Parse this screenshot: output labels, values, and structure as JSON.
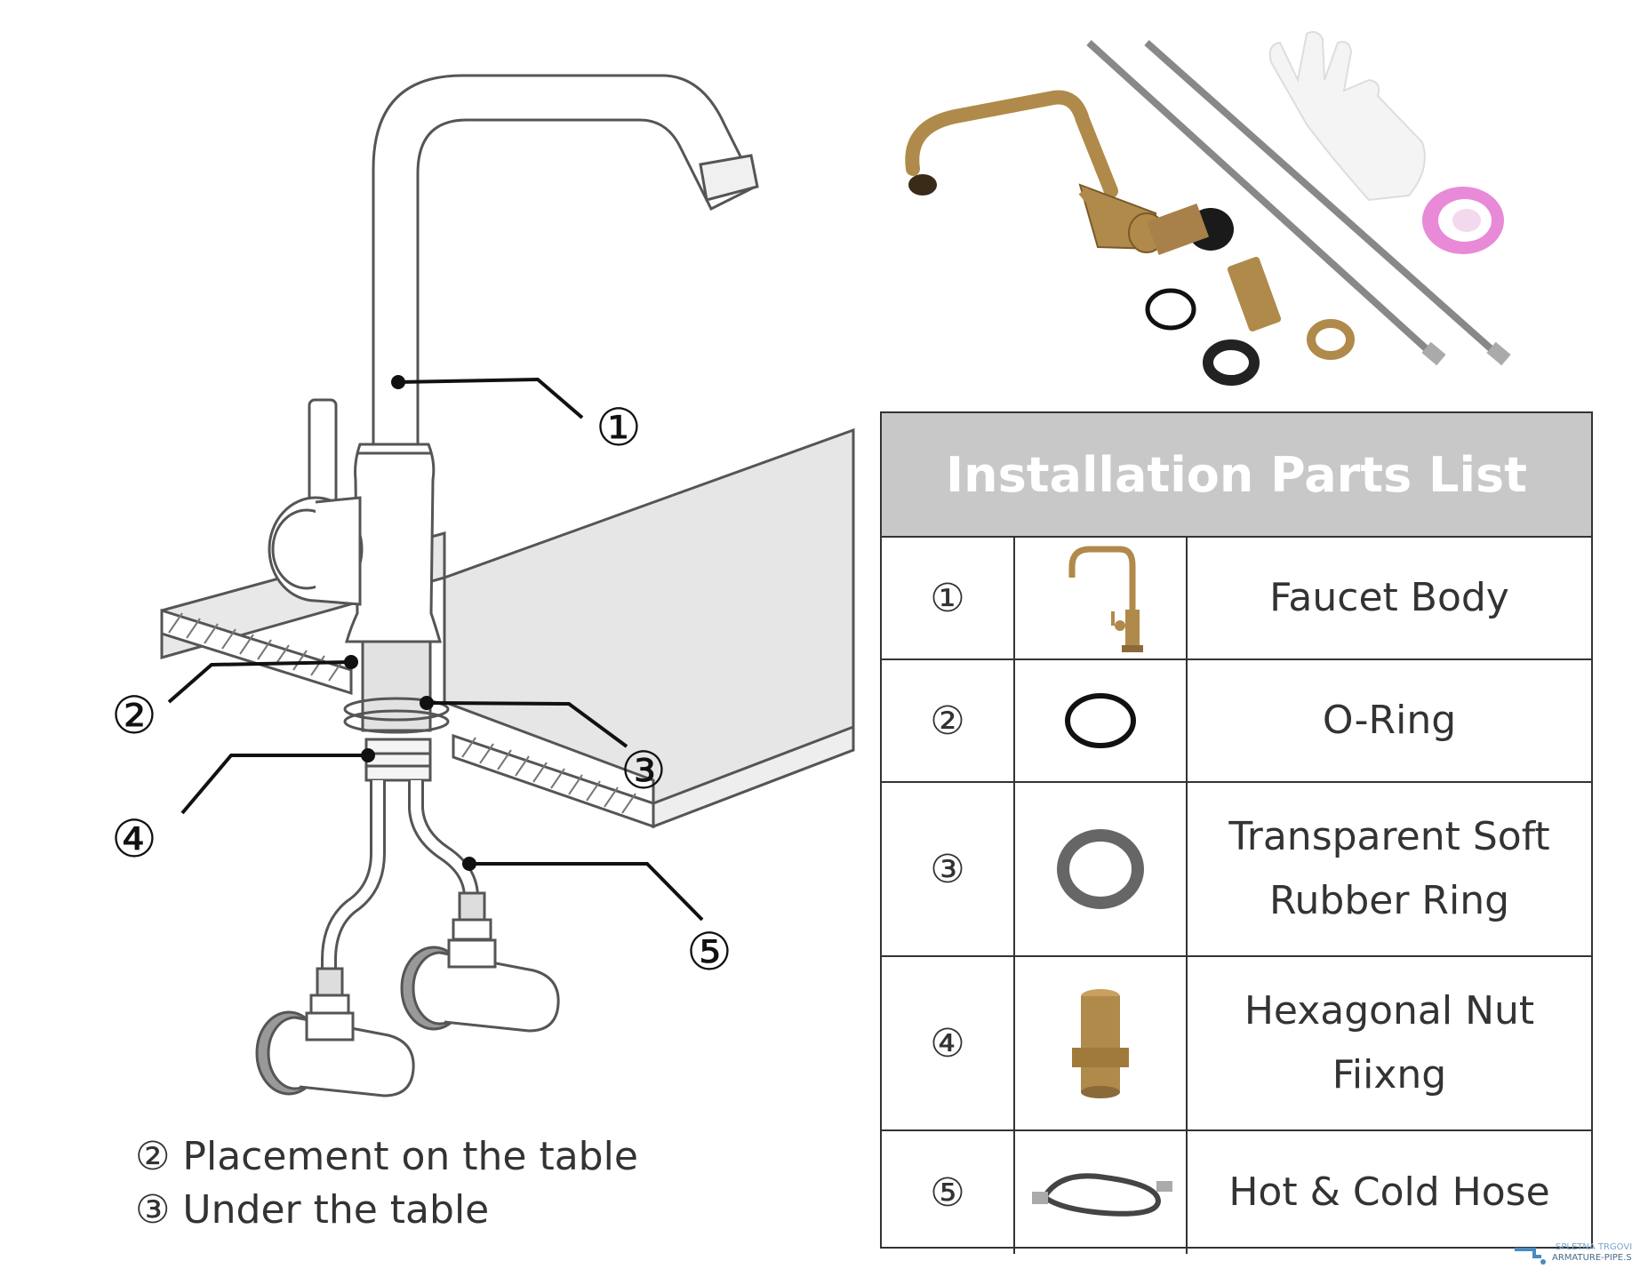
{
  "callouts": [
    "①",
    "②",
    "③",
    "④",
    "⑤"
  ],
  "notes": [
    "② Placement on the table",
    "③ Under the table"
  ],
  "table": {
    "title": "Installation Parts List",
    "rows": [
      {
        "num": "①",
        "name": "Faucet Body",
        "icon": "faucet-icon"
      },
      {
        "num": "②",
        "name": "O-Ring",
        "icon": "o-ring-icon"
      },
      {
        "num": "③",
        "name": "Transparent Soft Rubber Ring",
        "icon": "rubber-ring-icon"
      },
      {
        "num": "④",
        "name": "Hexagonal Nut Fiixng",
        "icon": "hex-nut-icon"
      },
      {
        "num": "⑤",
        "name": "Hot & Cold Hose",
        "icon": "hose-icon"
      }
    ]
  },
  "watermark": {
    "line1": "SPLETNA TRGOVINA",
    "line2": "ARMATURE-PIPE.SI"
  },
  "colors": {
    "brass": "#b08a4a",
    "pink": "#e88ad8",
    "header_bg": "#c8c8c8",
    "steel": "#8a8a8a"
  }
}
